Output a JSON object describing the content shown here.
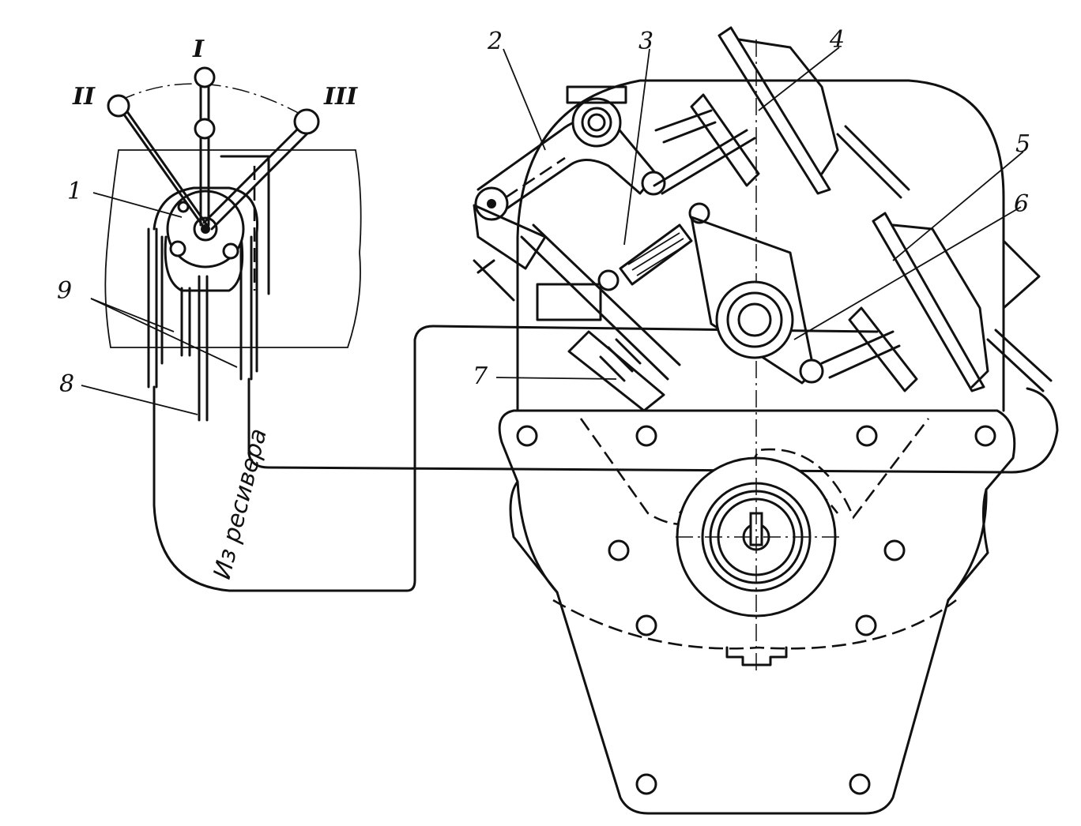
{
  "labels": {
    "n1": "1",
    "n2": "2",
    "n3": "3",
    "n4": "4",
    "n5": "5",
    "n6": "6",
    "n7": "7",
    "n8": "8",
    "n9": "9"
  },
  "positions": {
    "I": "I",
    "II": "II",
    "III": "III"
  },
  "caption": "Из ресивера"
}
